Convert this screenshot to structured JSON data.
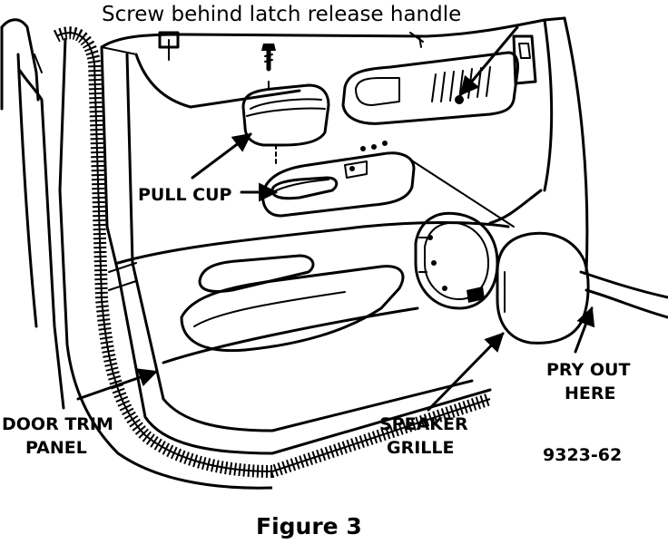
{
  "labels": {
    "screw": "Screw behind latch release handle",
    "pull_cup": "PULL CUP",
    "door_trim_1": "DOOR TRIM",
    "door_trim_2": "PANEL",
    "speaker_1": "SPEAKER",
    "speaker_2": "GRILLE",
    "pry_1": "PRY OUT",
    "pry_2": "HERE",
    "figure_id": "9323-62",
    "caption": "Figure 3"
  }
}
